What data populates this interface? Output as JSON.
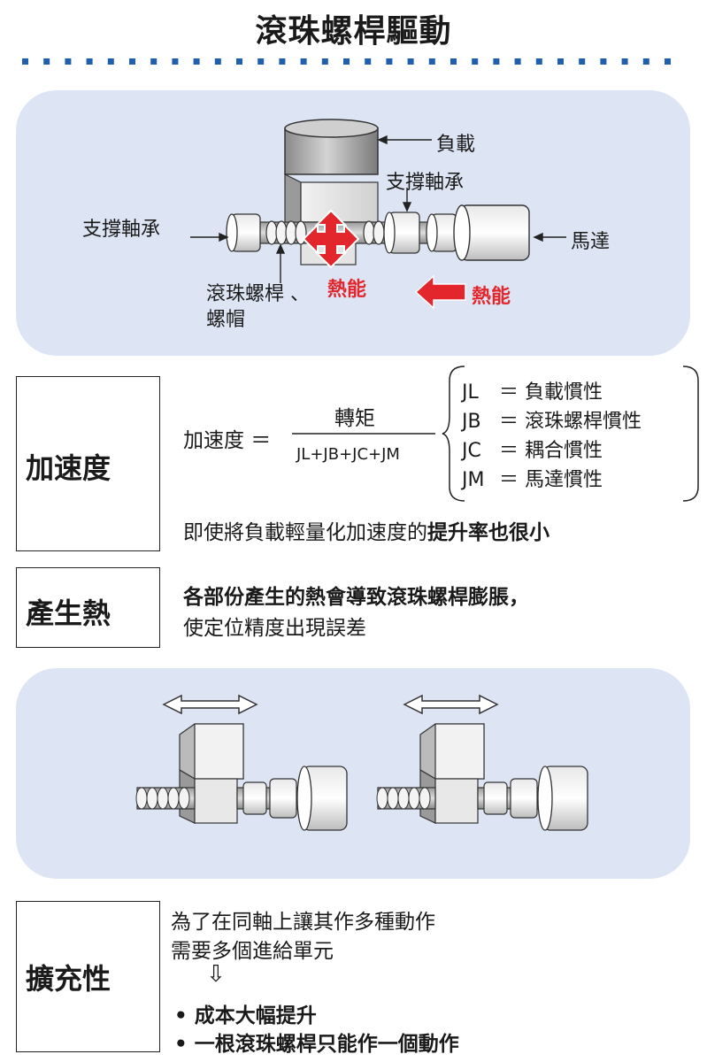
{
  "title": "滾珠螺桿驅動",
  "diagram1": {
    "load": "負載",
    "support_bearing_top": "支撐軸承",
    "support_bearing_left": "支撐軸承",
    "motor": "馬達",
    "ballscrew_nut_line1": "滾珠螺桿 、",
    "ballscrew_nut_line2": "螺帽",
    "heat_center": "熱能",
    "heat_right": "熱能"
  },
  "acceleration": {
    "label": "加速度",
    "lhs": "加速度 ＝",
    "numerator": "轉矩",
    "denominator": "JL+JB+JC+JM",
    "legend": [
      {
        "sym": "JL",
        "desc": "＝ 負載慣性"
      },
      {
        "sym": "JB",
        "desc": "＝ 滾珠螺桿慣性"
      },
      {
        "sym": "JC",
        "desc": "＝ 耦合慣性"
      },
      {
        "sym": "JM",
        "desc": "＝ 馬達慣性"
      }
    ],
    "note_normal": "即使將負載輕量化加速度的",
    "note_bold": "提升率也很小"
  },
  "heat": {
    "label": "產生熱",
    "line1": "各部份產生的熱會導致滾珠螺桿膨脹，",
    "line2": "使定位精度出現誤差"
  },
  "expansion": {
    "label": "擴充性",
    "line1": "為了在同軸上讓其作多種動作",
    "line2": "需要多個進給單元",
    "arrow": "⇩",
    "bullets": [
      "成本大幅提升",
      "一根滾珠螺桿只能作一個動作"
    ]
  },
  "colors": {
    "accent_blue": "#1f5fae",
    "heat_red": "#e2262b",
    "panel_bg": "#dde5f4"
  }
}
